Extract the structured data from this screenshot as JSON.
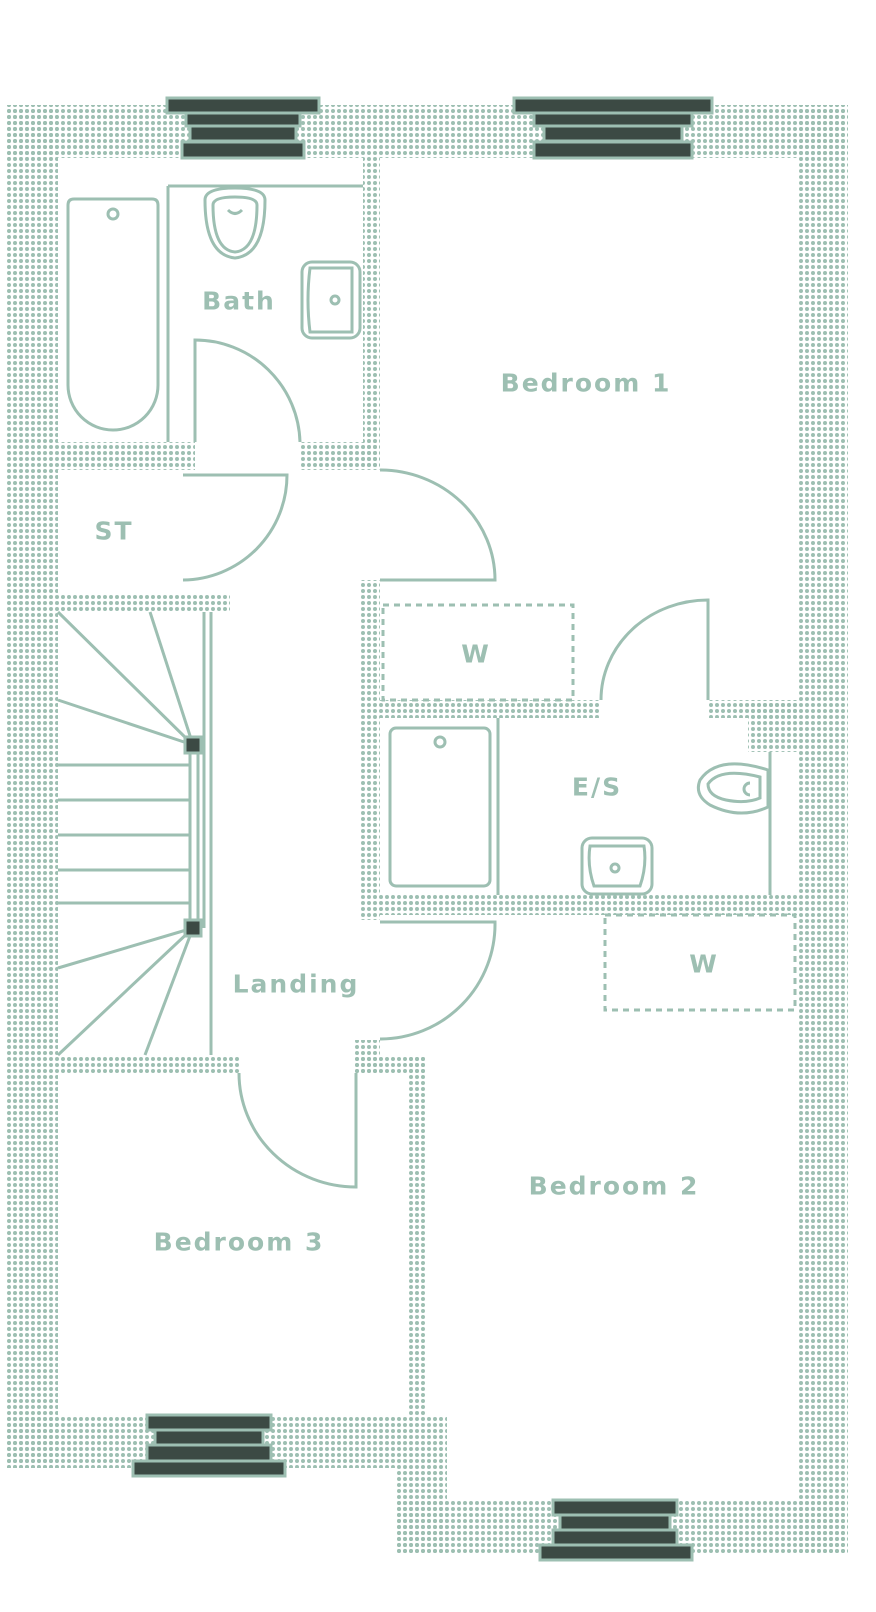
{
  "colors": {
    "wall": "#9dbfb2",
    "window": "#3c4a44",
    "line": "#9dbfb2",
    "background": "#ffffff"
  },
  "rooms": {
    "bath": "Bath",
    "bedroom1": "Bedroom 1",
    "store": "ST",
    "wardrobe1": "W",
    "ensuite": "E/S",
    "wardrobe2": "W",
    "landing": "Landing",
    "bedroom2": "Bedroom 2",
    "bedroom3": "Bedroom 3"
  }
}
